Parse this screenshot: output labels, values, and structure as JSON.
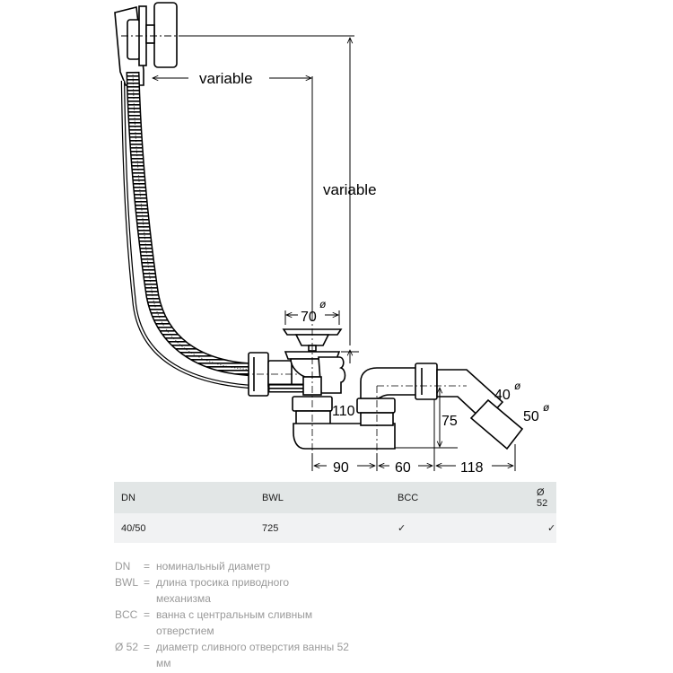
{
  "drawing": {
    "title": "Bath drain-overflow set dimension drawing",
    "labels": {
      "horizontal_variable": "variable",
      "vertical_variable": "variable",
      "drain_diameter": "70",
      "height": "110",
      "outlet_height": "75",
      "spacing_1": "90",
      "spacing_2": "60",
      "spacing_3": "118",
      "outlet_d1": "40",
      "outlet_d2": "50",
      "diameter_symbol": "ø"
    }
  },
  "table": {
    "headers": [
      "DN",
      "BWL",
      "BCC",
      "Ø 52"
    ],
    "rows": [
      [
        "40/50",
        "725",
        "✓",
        "✓"
      ]
    ]
  },
  "legend": [
    {
      "term": "DN",
      "eq": "=",
      "definition": "номинальный диаметр"
    },
    {
      "term": "BWL",
      "eq": "=",
      "definition": "длина тросика приводного механизма"
    },
    {
      "term": "BCC",
      "eq": "=",
      "definition": "ванна с центральным сливным отверстием"
    },
    {
      "term": "Ø 52",
      "eq": "=",
      "definition": "диаметр сливного отверстия ванны 52 мм"
    }
  ]
}
